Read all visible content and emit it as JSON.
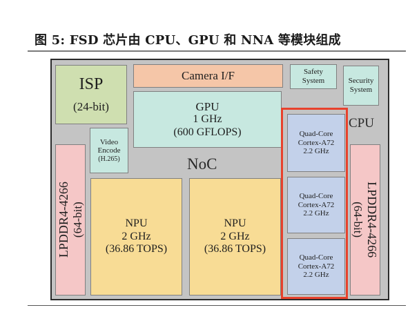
{
  "caption": "图 5: FSD 芯片由 CPU、GPU 和 NNA 等模块组成",
  "chip": {
    "noc_label": "NoC",
    "cpu_label": "CPU",
    "isp": {
      "title": "ISP",
      "sub": "(24-bit)"
    },
    "camera": {
      "title": "Camera I/F"
    },
    "safety": {
      "line1": "Safety",
      "line2": "System"
    },
    "security": {
      "line1": "Security",
      "line2": "System"
    },
    "gpu": {
      "line1": "GPU",
      "line2": "1 GHz",
      "line3": "(600 GFLOPS)"
    },
    "video": {
      "line1": "Video",
      "line2": "Encode",
      "line3": "(H.265)"
    },
    "lpddr_left": {
      "line1": "LPDDR4-4266",
      "line2": "(64-bit)"
    },
    "lpddr_right": {
      "line1": "LPDDR4-4266",
      "line2": "(64-bit)"
    },
    "npu1": {
      "line1": "NPU",
      "line2": "2 GHz",
      "line3": "(36.86 TOPS)"
    },
    "npu2": {
      "line1": "NPU",
      "line2": "2 GHz",
      "line3": "(36.86 TOPS)"
    },
    "cpu_clusters": [
      {
        "line1": "Quad-Core",
        "line2": "Cortex-A72",
        "line3": "2.2 GHz"
      },
      {
        "line1": "Quad-Core",
        "line2": "Cortex-A72",
        "line3": "2.2 GHz"
      },
      {
        "line1": "Quad-Core",
        "line2": "Cortex-A72",
        "line3": "2.2 GHz"
      }
    ],
    "highlight_color": "#e8412c"
  }
}
